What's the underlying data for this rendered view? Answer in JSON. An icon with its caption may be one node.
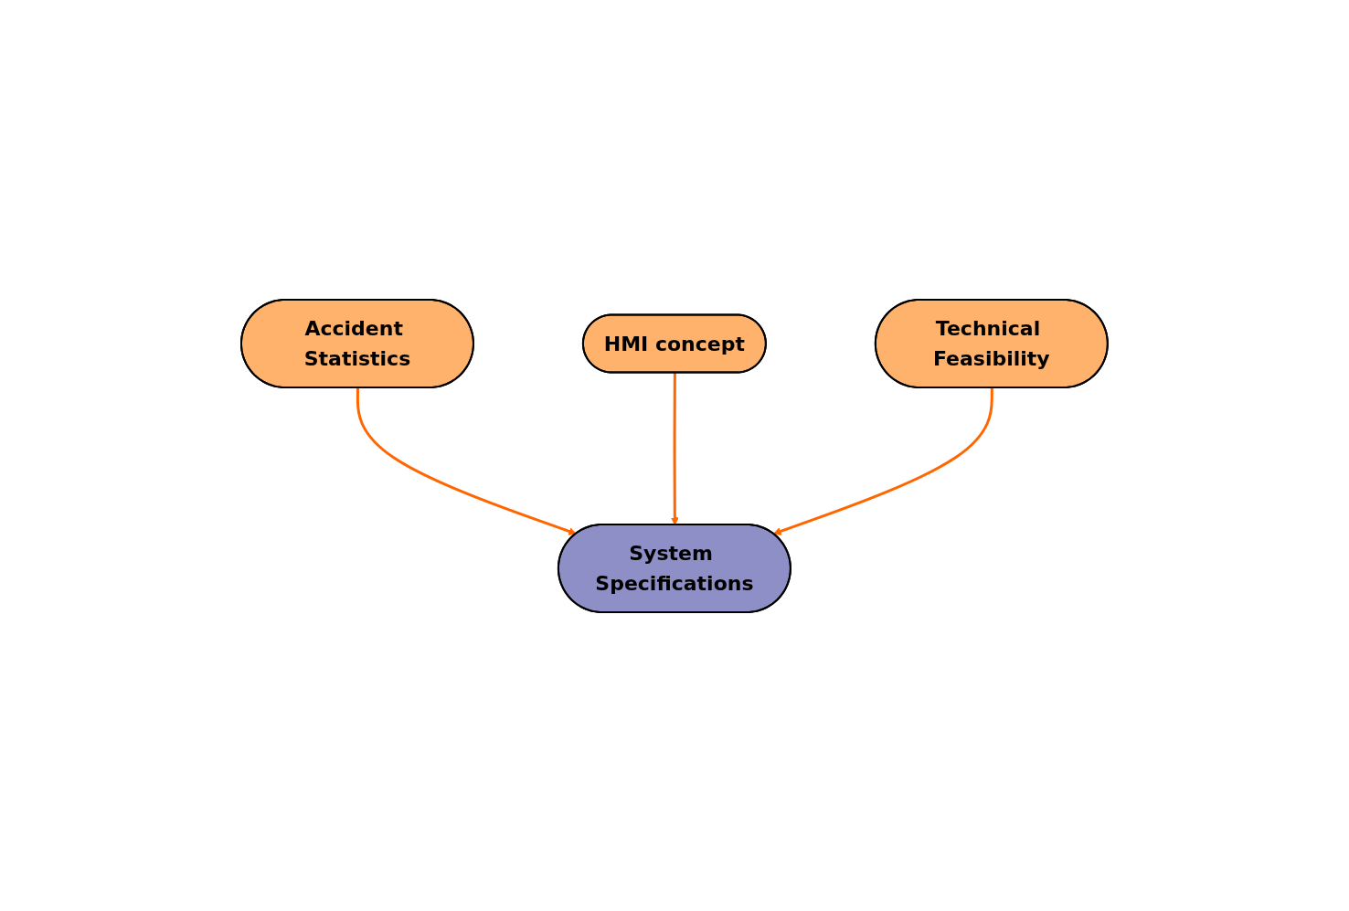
{
  "diagram": {
    "nodes": [
      {
        "text": [
          "Accident Statistics"
        ]
      },
      {
        "text": [
          "HMI concept"
        ]
      },
      {
        "text": [
          "System Specifications"
        ]
      },
      {
        "text": [
          "Technical Feasibility"
        ]
      }
    ],
    "edges": [
      {
        "from": 0,
        "to": 2,
        "arrow": "to"
      },
      {
        "from": 1,
        "to": 2,
        "arrow": "to"
      },
      {
        "from": 3,
        "to": 2,
        "arrow": "to"
      }
    ]
  }
}
